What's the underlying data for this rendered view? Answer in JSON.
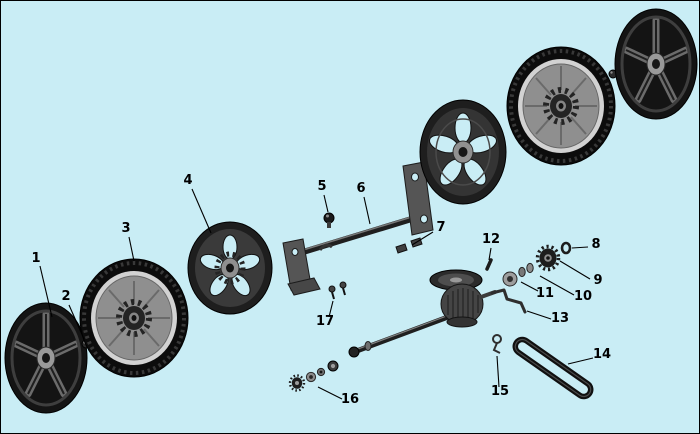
{
  "diagram": {
    "kind": "exploded-parts-diagram",
    "background_color": "#c9edf5",
    "outline_color": "#000000",
    "labels": [
      {
        "num": "1"
      },
      {
        "num": "2"
      },
      {
        "num": "3"
      },
      {
        "num": "4"
      },
      {
        "num": "5"
      },
      {
        "num": "6"
      },
      {
        "num": "7"
      },
      {
        "num": "8"
      },
      {
        "num": "9"
      },
      {
        "num": "10"
      },
      {
        "num": "11"
      },
      {
        "num": "12"
      },
      {
        "num": "13"
      },
      {
        "num": "14"
      },
      {
        "num": "15"
      },
      {
        "num": "16"
      },
      {
        "num": "17"
      }
    ],
    "icons": {
      "wheel_cover": "spoked-wheel-cover",
      "tire": "treaded-wheel-tire",
      "drive_disc": "spoked-drive-disc",
      "pulley": "belt-pulley",
      "gearbox": "transmission-gearbox",
      "belt": "drive-belt",
      "axle": "axle-bracket-assembly"
    }
  }
}
